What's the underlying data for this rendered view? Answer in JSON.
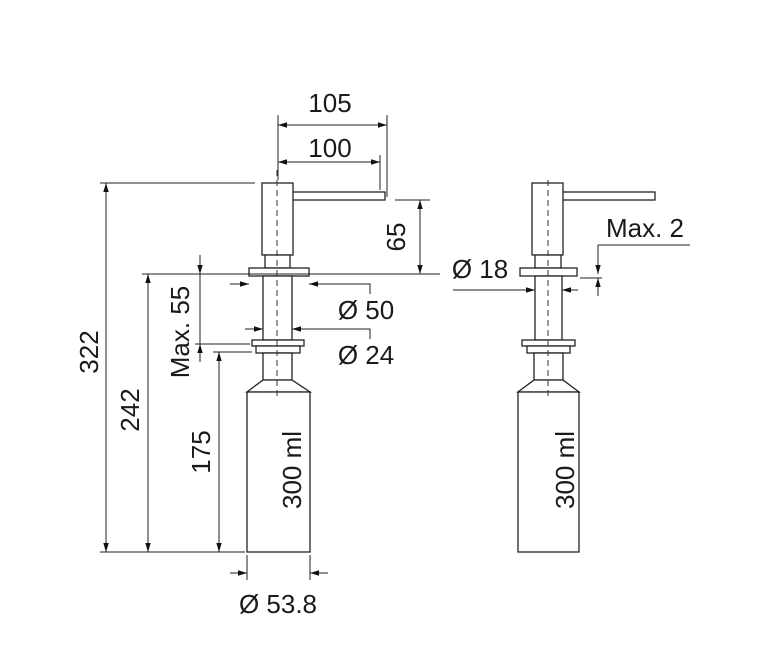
{
  "title": "Soap dispenser dimension drawing",
  "dimensions": {
    "overall_reach": "105",
    "spout_reach": "100",
    "head_height": "65",
    "total_height": "322",
    "below_counter": "242",
    "max_counter_thickness": "Max. 55",
    "bottle_height": "175",
    "flange_diameter": "Ø 50",
    "hole_diameter": "Ø 24",
    "bottle_diameter": "Ø 53.8",
    "shank_diameter": "Ø 18",
    "max_gap": "Max. 2"
  },
  "bottle_volume_left": "300 ml",
  "bottle_volume_right": "300 ml"
}
